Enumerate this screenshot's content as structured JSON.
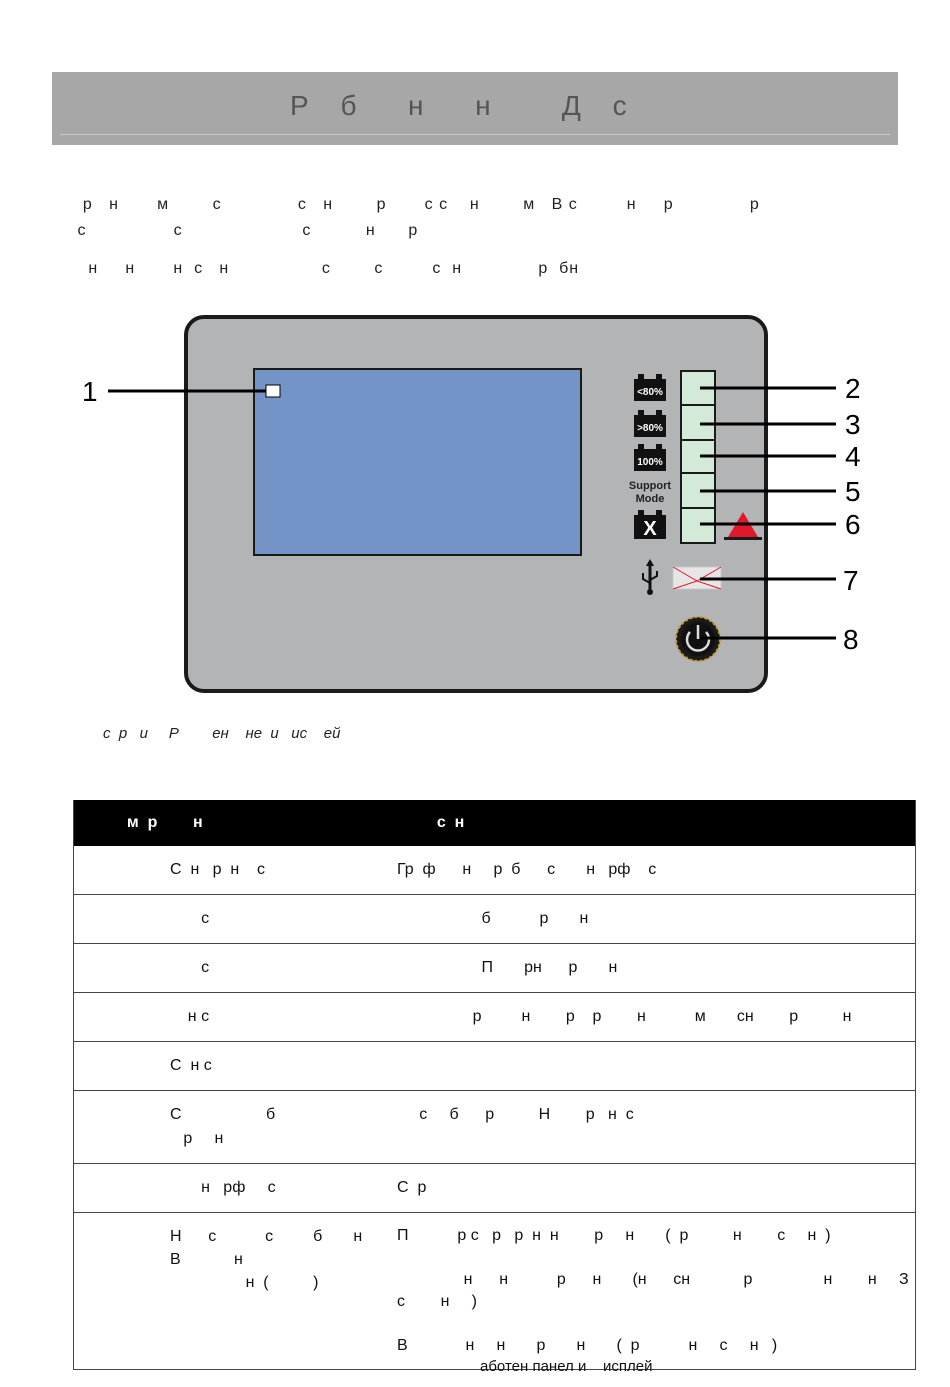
{
  "header": {
    "title": "Р б  н  н   Д с"
  },
  "intro": {
    "line1": "  р   н       м        с              с   н        р       с с    н        м   В с         н     р              р",
    "line2": " с                с                      с          н      р",
    "line3": "   н     н       н  с   н                 с        с         с  н              р  бн"
  },
  "figure": {
    "callouts": [
      "1",
      "2",
      "3",
      "4",
      "5",
      "6",
      "7",
      "8"
    ],
    "battery_labels": [
      "<80%",
      ">80%",
      "100%"
    ],
    "support_mode": [
      "Support",
      "Mode"
    ],
    "fault_symbol": "X",
    "colors": {
      "panel": "#b3b4b6",
      "screen": "#7493c7",
      "button": "#d4ead9",
      "alarm": "#e0182c"
    },
    "icons": [
      "usb-icon",
      "power-knob-icon",
      "alarm-triangle-icon"
    ]
  },
  "caption": "с  р   и     Р        ен    не  и   ис    ей",
  "table": {
    "headers": [
      "  м  р        н",
      "  с  н"
    ],
    "rows": [
      {
        "name": "С  н   р  н    с",
        "desc": "Гр  ф      н     р  б      с       н   рф    с"
      },
      {
        "name": "       с",
        "desc": "                   б           р       н"
      },
      {
        "name": "       с",
        "desc": "                   П       рн      р       н"
      },
      {
        "name": "    н с",
        "desc": "                 р         н        р    р        н           м       сн        р          н"
      },
      {
        "name": "С  н с",
        "desc": ""
      },
      {
        "name": "С                   б\n   р     н",
        "desc": "     с     б      р          Н        р   н  с"
      },
      {
        "name": "       н   рф     с",
        "desc": "С  р"
      },
      {
        "name": "Н      с           с         б       н\nВ            н\n                 н  (          )",
        "desc": "П           р с   р   р  н  н        р     н       (  р          н        с     н  )\n\n               н      н           р      н       (н      сн            р                н        н     З\nс        н     )\n\nВ             н     н       р       н       (  р           н     с     н   )"
      }
    ]
  },
  "footer": "аботен панел и    исплей"
}
